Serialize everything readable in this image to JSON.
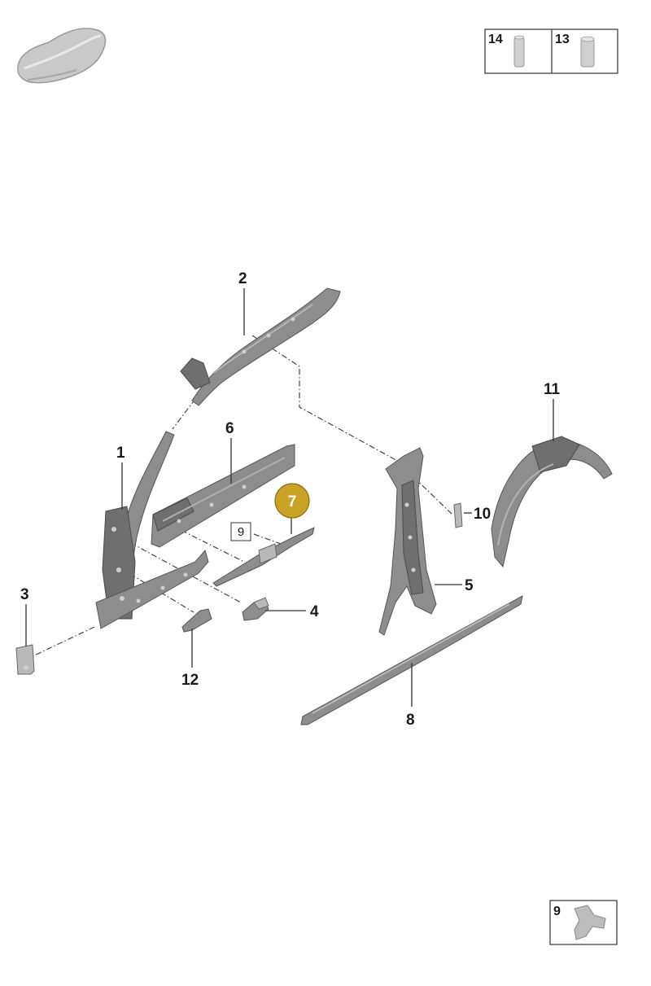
{
  "callouts": {
    "c1": "1",
    "c2": "2",
    "c3": "3",
    "c4": "4",
    "c5": "5",
    "c6": "6",
    "c7": "7",
    "c8": "8",
    "c9_ref": "9",
    "c10": "10",
    "c11": "11",
    "c12": "12"
  },
  "legend_top": {
    "item_a": "14",
    "item_b": "13"
  },
  "legend_bottom": {
    "item": "9"
  },
  "colors": {
    "highlight_badge": "#c9a227",
    "part_gray": "#8d8d8d"
  }
}
